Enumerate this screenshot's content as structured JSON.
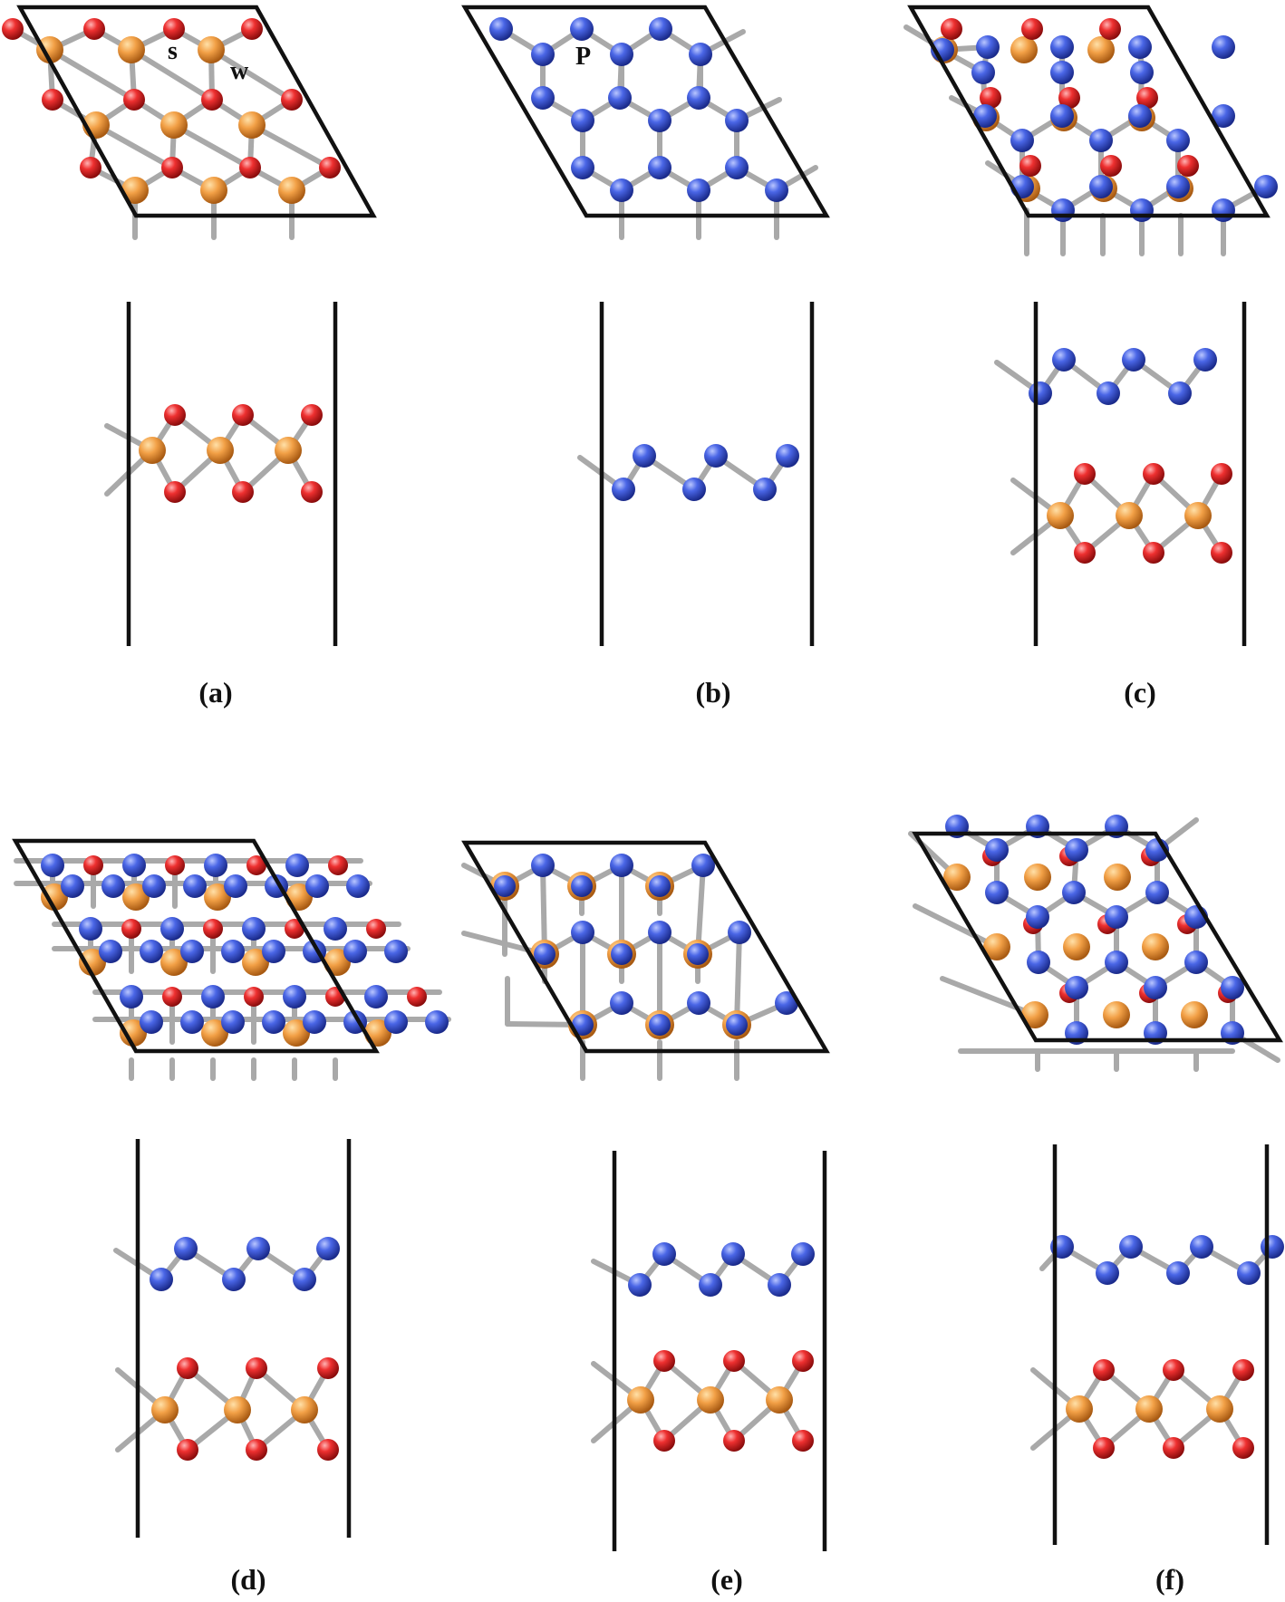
{
  "atom_labels": {
    "s": "s",
    "w": "w",
    "p": "P"
  },
  "panels": [
    {
      "id": "a",
      "label": "(a)"
    },
    {
      "id": "b",
      "label": "(b)"
    },
    {
      "id": "c",
      "label": "(c)"
    },
    {
      "id": "d",
      "label": "(d)"
    },
    {
      "id": "e",
      "label": "(e)"
    },
    {
      "id": "f",
      "label": "(f)"
    }
  ],
  "colors": {
    "w_atom": "#e88b2e",
    "s_atom": "#e02020",
    "p_atom": "#3350d8",
    "bond": "#a9a9a9",
    "cell_line": "#111111"
  }
}
